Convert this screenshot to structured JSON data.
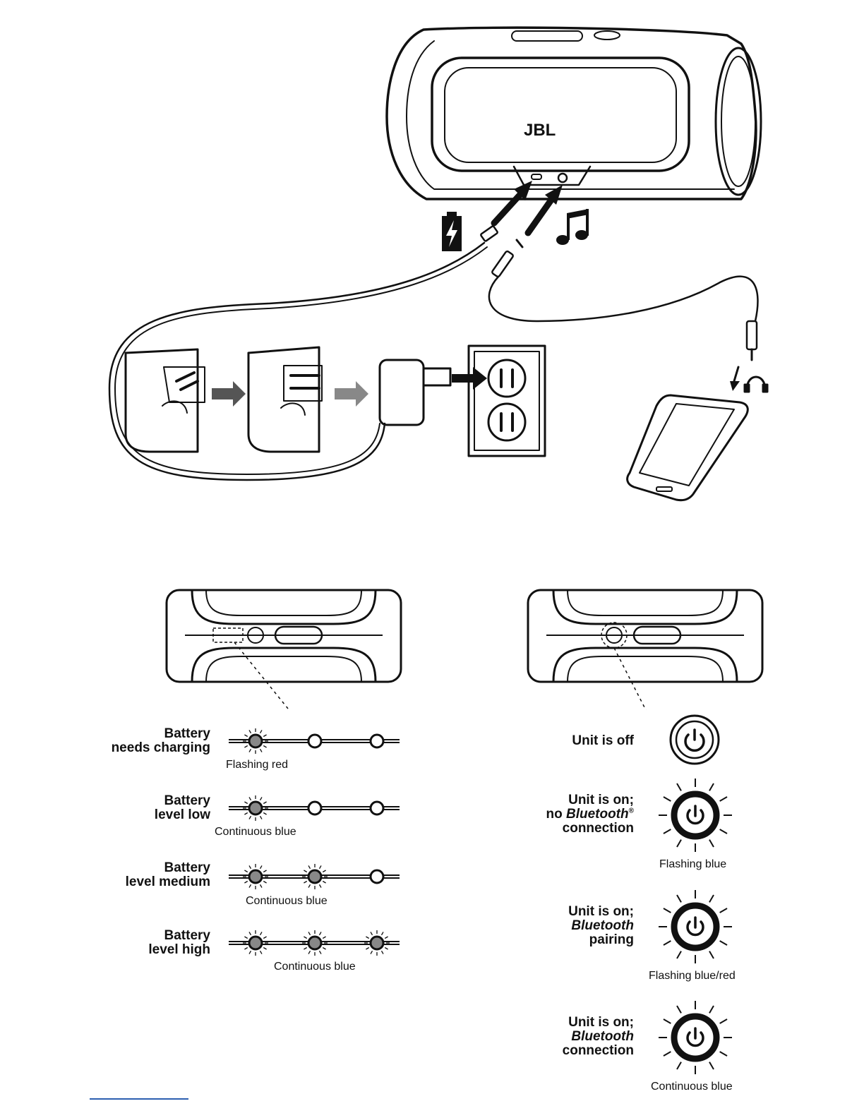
{
  "brand": {
    "logo_text": "JBL"
  },
  "icons": {
    "battery": "battery-charging-icon",
    "music": "music-note-icon",
    "headphone": "headphone-icon",
    "power": "power-icon"
  },
  "battery_states": [
    {
      "label_line1": "Battery",
      "label_line2": "needs charging",
      "caption": "Flashing red",
      "lit": 1
    },
    {
      "label_line1": "Battery",
      "label_line2": "level low",
      "caption": "Continuous blue",
      "lit": 1
    },
    {
      "label_line1": "Battery",
      "label_line2": "level medium",
      "caption": "Continuous blue",
      "lit": 2
    },
    {
      "label_line1": "Battery",
      "label_line2": "level high",
      "caption": "Continuous blue",
      "lit": 3
    }
  ],
  "power_states": [
    {
      "line1": "Unit is off",
      "caption": ""
    },
    {
      "line1": "Unit is on;",
      "line2_prefix": "no ",
      "line2_italic": "Bluetooth",
      "line2_sup": "®",
      "line3": "connection",
      "caption": "Flashing blue"
    },
    {
      "line1": "Unit is on;",
      "line2_italic": "Bluetooth",
      "line3": "pairing",
      "caption": "Flashing blue/red"
    },
    {
      "line1": "Unit is on;",
      "line2_italic": "Bluetooth",
      "line3": "connection",
      "caption": "Continuous blue"
    }
  ]
}
